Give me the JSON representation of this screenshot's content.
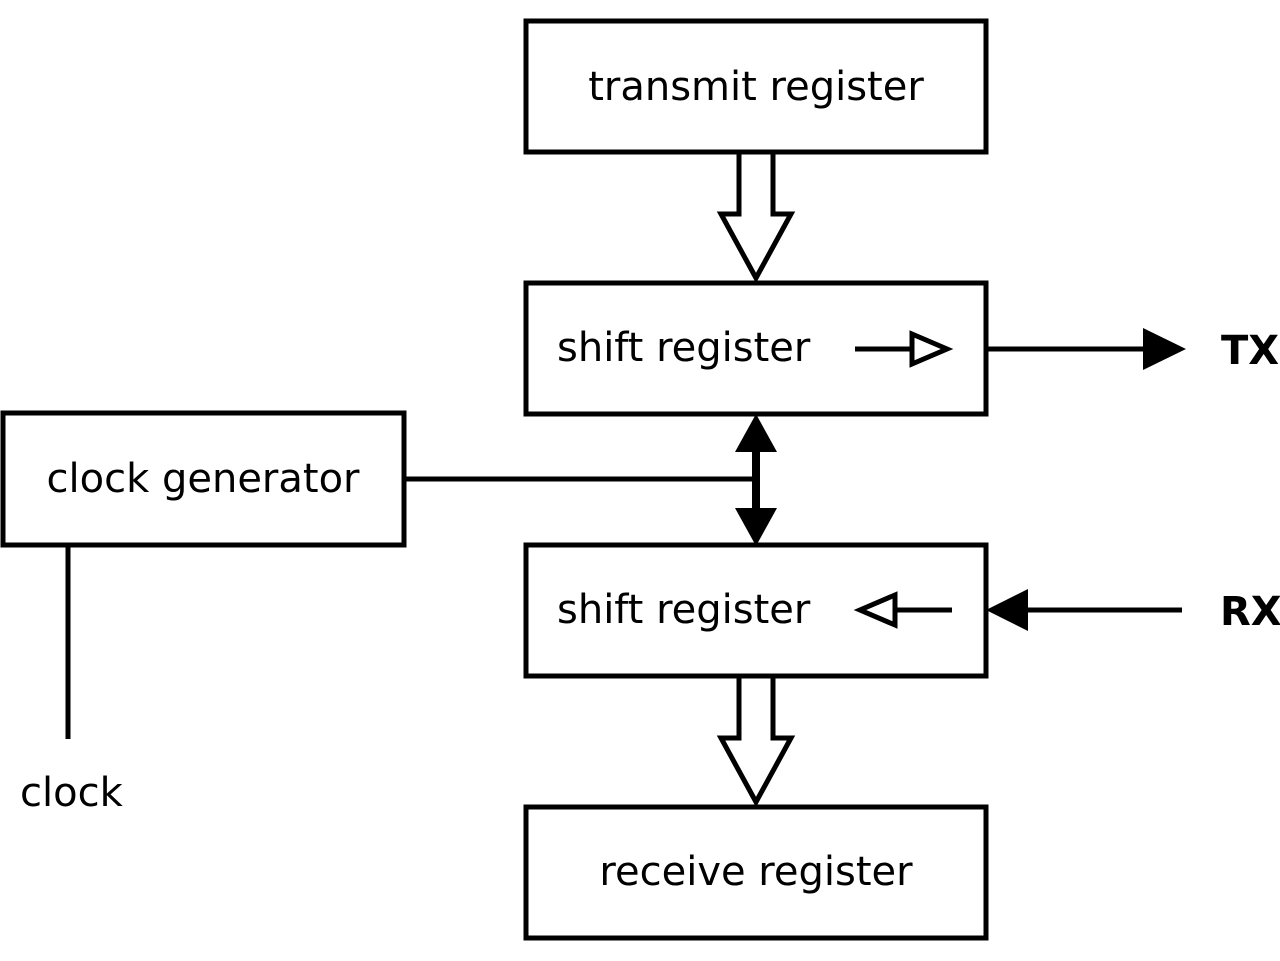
{
  "blocks": {
    "transmit_register": "transmit register",
    "tx_shift_register": "shift register",
    "rx_shift_register": "shift register",
    "receive_register": "receive register",
    "clock_generator": "clock generator"
  },
  "signals": {
    "tx": "TX",
    "rx": "RX",
    "clock": "clock"
  }
}
